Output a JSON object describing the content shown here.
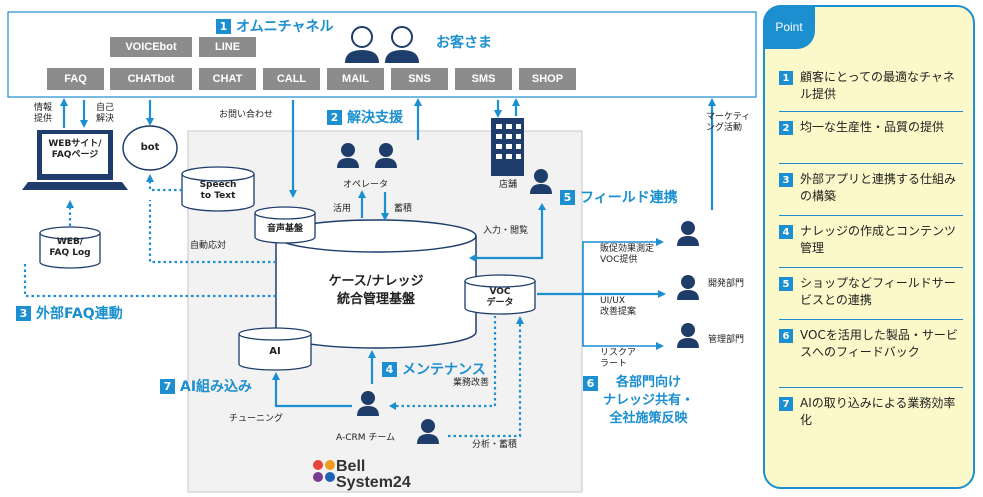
{
  "omni": {
    "num": "1",
    "label": "オムニチャネル"
  },
  "customer_label": "お客さま",
  "channels_top": [
    "VOICEbot",
    "LINE"
  ],
  "channels": [
    "FAQ",
    "CHATbot",
    "CHAT",
    "CALL",
    "MAIL",
    "SNS",
    "SMS",
    "SHOP"
  ],
  "left": {
    "info_provide": "情報\n提供",
    "self_solve": "自己\n解決",
    "website": "WEBサイト/\nFAQページ",
    "bot": "bot",
    "web_faq_log": "WEB/\nFAQ Log",
    "external_faq": {
      "num": "3",
      "label": "外部FAQ連動"
    }
  },
  "center": {
    "inquiry": "お問い合わせ",
    "solution": {
      "num": "2",
      "label": "解決支援"
    },
    "speech_to_text": "Speech\nto Text",
    "auto_response": "自動応対",
    "voice_db": "音声基盤",
    "operator": "オペレータ",
    "use": "活用",
    "accumulate": "蓄積",
    "store": "店舗",
    "field": {
      "num": "5",
      "label": "フィールド連携"
    },
    "input_browse": "入力・閲覧",
    "case_knowledge": "ケース/ナレッジ\n統合管理基盤",
    "voc_data": "VOC\nデータ",
    "ai": "AI",
    "maintenance": {
      "num": "4",
      "label": "メンテナンス"
    },
    "work_improve": "業務改善",
    "ai_embed": {
      "num": "7",
      "label": "AI組み込み"
    },
    "tuning": "チューニング",
    "acrm_team": "A-CRM チーム",
    "analysis": "分析・蓄積",
    "logo": "Bell\nSystem24"
  },
  "right": {
    "marketing": "マーケティ\nング活動",
    "promo": "販促効果測定\nVOC提供",
    "uiux": "UI/UX\n改善提案",
    "risk": "リスクア\nラート",
    "dev": "開発部門",
    "mgmt": "管理部門",
    "dept": {
      "num": "6",
      "label": "各部門向け\nナレッジ共有・\n全社施策反映"
    }
  },
  "point": {
    "title": "Point",
    "items": [
      {
        "num": "1",
        "text": "顧客にとっての最適なチャネル提供"
      },
      {
        "num": "2",
        "text": "均一な生産性・品質の提供"
      },
      {
        "num": "3",
        "text": "外部アプリと連携する仕組みの構築"
      },
      {
        "num": "4",
        "text": "ナレッジの作成とコンテンツ管理"
      },
      {
        "num": "5",
        "text": "ショップなどフィールドサービスとの連携"
      },
      {
        "num": "6",
        "text": "VOCを活用した製品・サービスへのフィードバック"
      },
      {
        "num": "7",
        "text": "AIの取り込みによる業務効率化"
      }
    ]
  },
  "colors": {
    "accent": "#1b8fcf",
    "chip": "#8c8c8c",
    "panel_bg": "#fbf8c9",
    "platform_bg": "#f2f2f2",
    "logo_red": "#e8423b",
    "logo_blue": "#1f62b7",
    "logo_purple": "#7a3a8e",
    "logo_orange": "#f29c1f"
  }
}
